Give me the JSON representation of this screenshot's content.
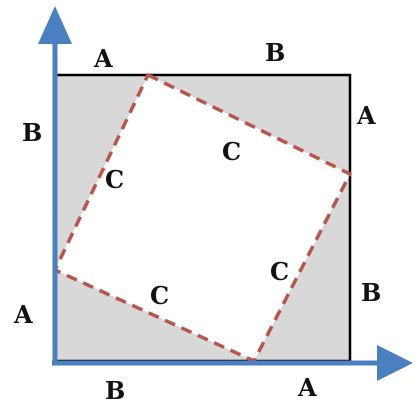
{
  "labels": {
    "top_a": "A",
    "top_b": "B",
    "right_a": "A",
    "right_b": "B",
    "left_b": "B",
    "left_a": "A",
    "bottom_b": "B",
    "bottom_a": "A",
    "hyp_top": "C",
    "hyp_left": "C",
    "hyp_bottom": "C",
    "hyp_right": "C"
  },
  "colors": {
    "square_fill": "#d8d8d8",
    "square_stroke": "#000000",
    "inner_fill": "#ffffff",
    "inner_stroke": "#b5574d",
    "axis": "#4a7fc0"
  }
}
